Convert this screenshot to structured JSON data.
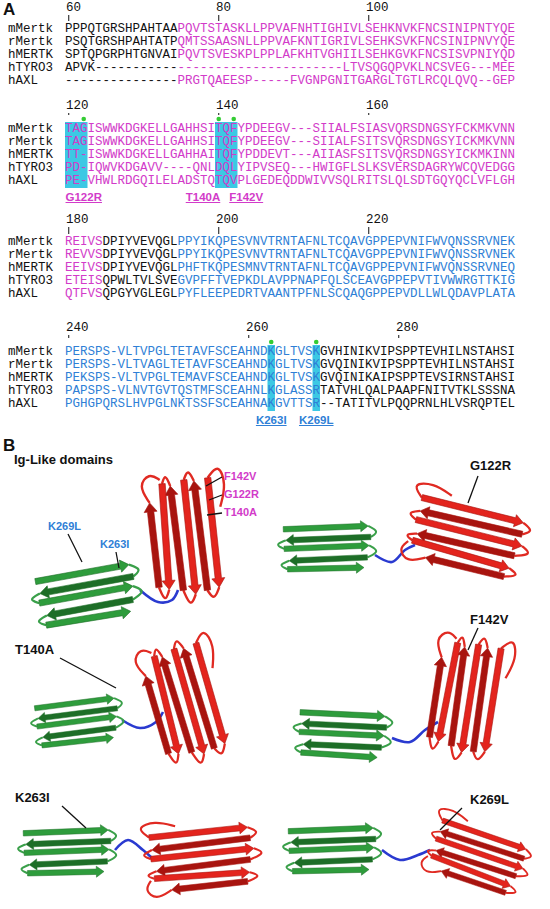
{
  "diagram": {
    "labels": [
      "A",
      "60",
      "80",
      "100",
      "mMertk",
      "PPPQTGRSHPAHTAAPQVTSTASKLLPPVAFNHTIGHIVLSEHKNVKFNCSINIPNTYQE",
      "rMertk",
      "PSQTGRSHPAHTATPQMTSSAASNLLPPVAFKNTIGRIVLSEHKSVKFNCSINIPNVYQE",
      "hMERTK",
      "SPTQPGRPHTGNVAIPQVTSVESKPLPPLAFKHTVGHIILSEHKGVKFNCSISVPNIYQD",
      "hTYRO3",
      "APVK---------------------------------LTVSQGQPVKLNCSVEG---MEE",
      "hAXL",
      "---------------PRGTQAEESP-----FVGNPGNITGARGLTGTLRCQLQVQ--GEP",
      "120",
      "140",
      "160",
      "mMertk",
      "TAGISWWKDGKELLGAHHSITQFYPDEEGV---SIIALFSIASVQRSDNGSYFCKMKVNN",
      "rMertk",
      "TAGISWWKDGKELLGAHHSITQFYPDEEGV---SIIALFSITSVQRSDNGSYICKMKVNN",
      "hMERTK",
      "TT-ISWWKDGKELLGAHHAITQFYPDDEVT---AIIASFSITSVQRSDNGSYICKMKINN",
      "hTYRO3",
      "PD-IQWVKDGAVV----QNLDQLYIPVSEQ---HWIGFLSLKSVERSDAGRYWCQVEDGG",
      "hAXL",
      "PE-VHWLRDGQILELADSTQTQVPLGEDEQDDWIVVSQLRITSLQLSDTGQYQCLVFLGH",
      "180",
      "200",
      "220",
      "mMertk",
      "REIVSDPIYVEVQGLPPYIKQPESVNVTRNTAFNLTCQAVGPPEPVNIFWVQNSSRVNEK",
      "rMertk",
      "REVVSDPIYVEVQGLPPYIKQPESVNVTRNTAFNLTCQAVGPPEPVNIFWVQNSSRVNEK",
      "hMERTK",
      "EEIVSDPIYVEVQGLPHFTKQPESMNVTRNTAFNLTCQAVGPPEPVNIFWVQNSSRVNEQ",
      "hTYRO3",
      "ETEISQPWLTVLSVEGVPFFTVEPKDLAVPPNAPFQLSCEAVGPPEPVTIVWWRGTTKIG",
      "hAXL",
      "QTFVSQPGYVGLEGLPYFLEEPEDRTVAANTPFNLSCQAQGPPEPVDLLWLQDAVPLATA",
      "240",
      "260",
      "280",
      "mMertk",
      "PERSPS-VLTVPGLTETAVFSCEAHNDKGLTVSKGVHINIKVIPSPPTEVHILNSTAHSI",
      "rMertk",
      "PERSPS-VLTVAGLTETAVFSCEAHNDKGLTVSKGVQINIKVIPSPPTEVHILNSTAHSI",
      "hMERTK",
      "PEKSPS-VLTVPGLTEMAVFSCEAHNDKGLTVSKGVQINIKAIPSPPTEVSIRNSTAHSI",
      "hTYRO3",
      "PAPSPS-VLNVTGVTQSTMFSCEAHNLKGLASSRTATVHLQALPAAPFNITVTKLSSSNA",
      "hAXL",
      "PGHGPQRSLHVPGLNKTSSFSCEAHNAKGVTTSR--TATITVLPQQPRNLHLVSRQPTEL",
      "G122R",
      "T140A",
      "F142V",
      "K263I",
      "K269L",
      "B",
      "Ig-Like domains",
      "F142V",
      "G122R",
      "T140A",
      "K269L",
      "K263I",
      "G122R",
      "F142V",
      "T140A",
      "K263I",
      "K269L"
    ]
  }
}
